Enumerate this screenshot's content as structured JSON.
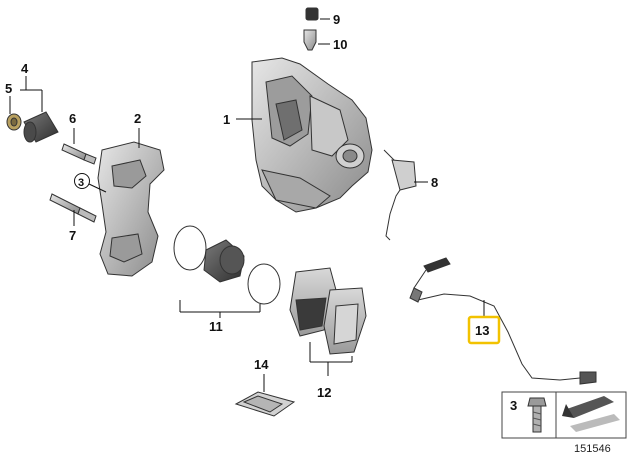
{
  "diagram": {
    "callouts": {
      "c1": "1",
      "c2": "2",
      "c3": "3",
      "c4": "4",
      "c5": "5",
      "c6": "6",
      "c7": "7",
      "c8": "8",
      "c9": "9",
      "c10": "10",
      "c11": "11",
      "c12": "12",
      "c13": "13",
      "c14": "14",
      "inset_num": "3"
    },
    "highlight_color": "#f2c200",
    "reference_number": "151546"
  }
}
